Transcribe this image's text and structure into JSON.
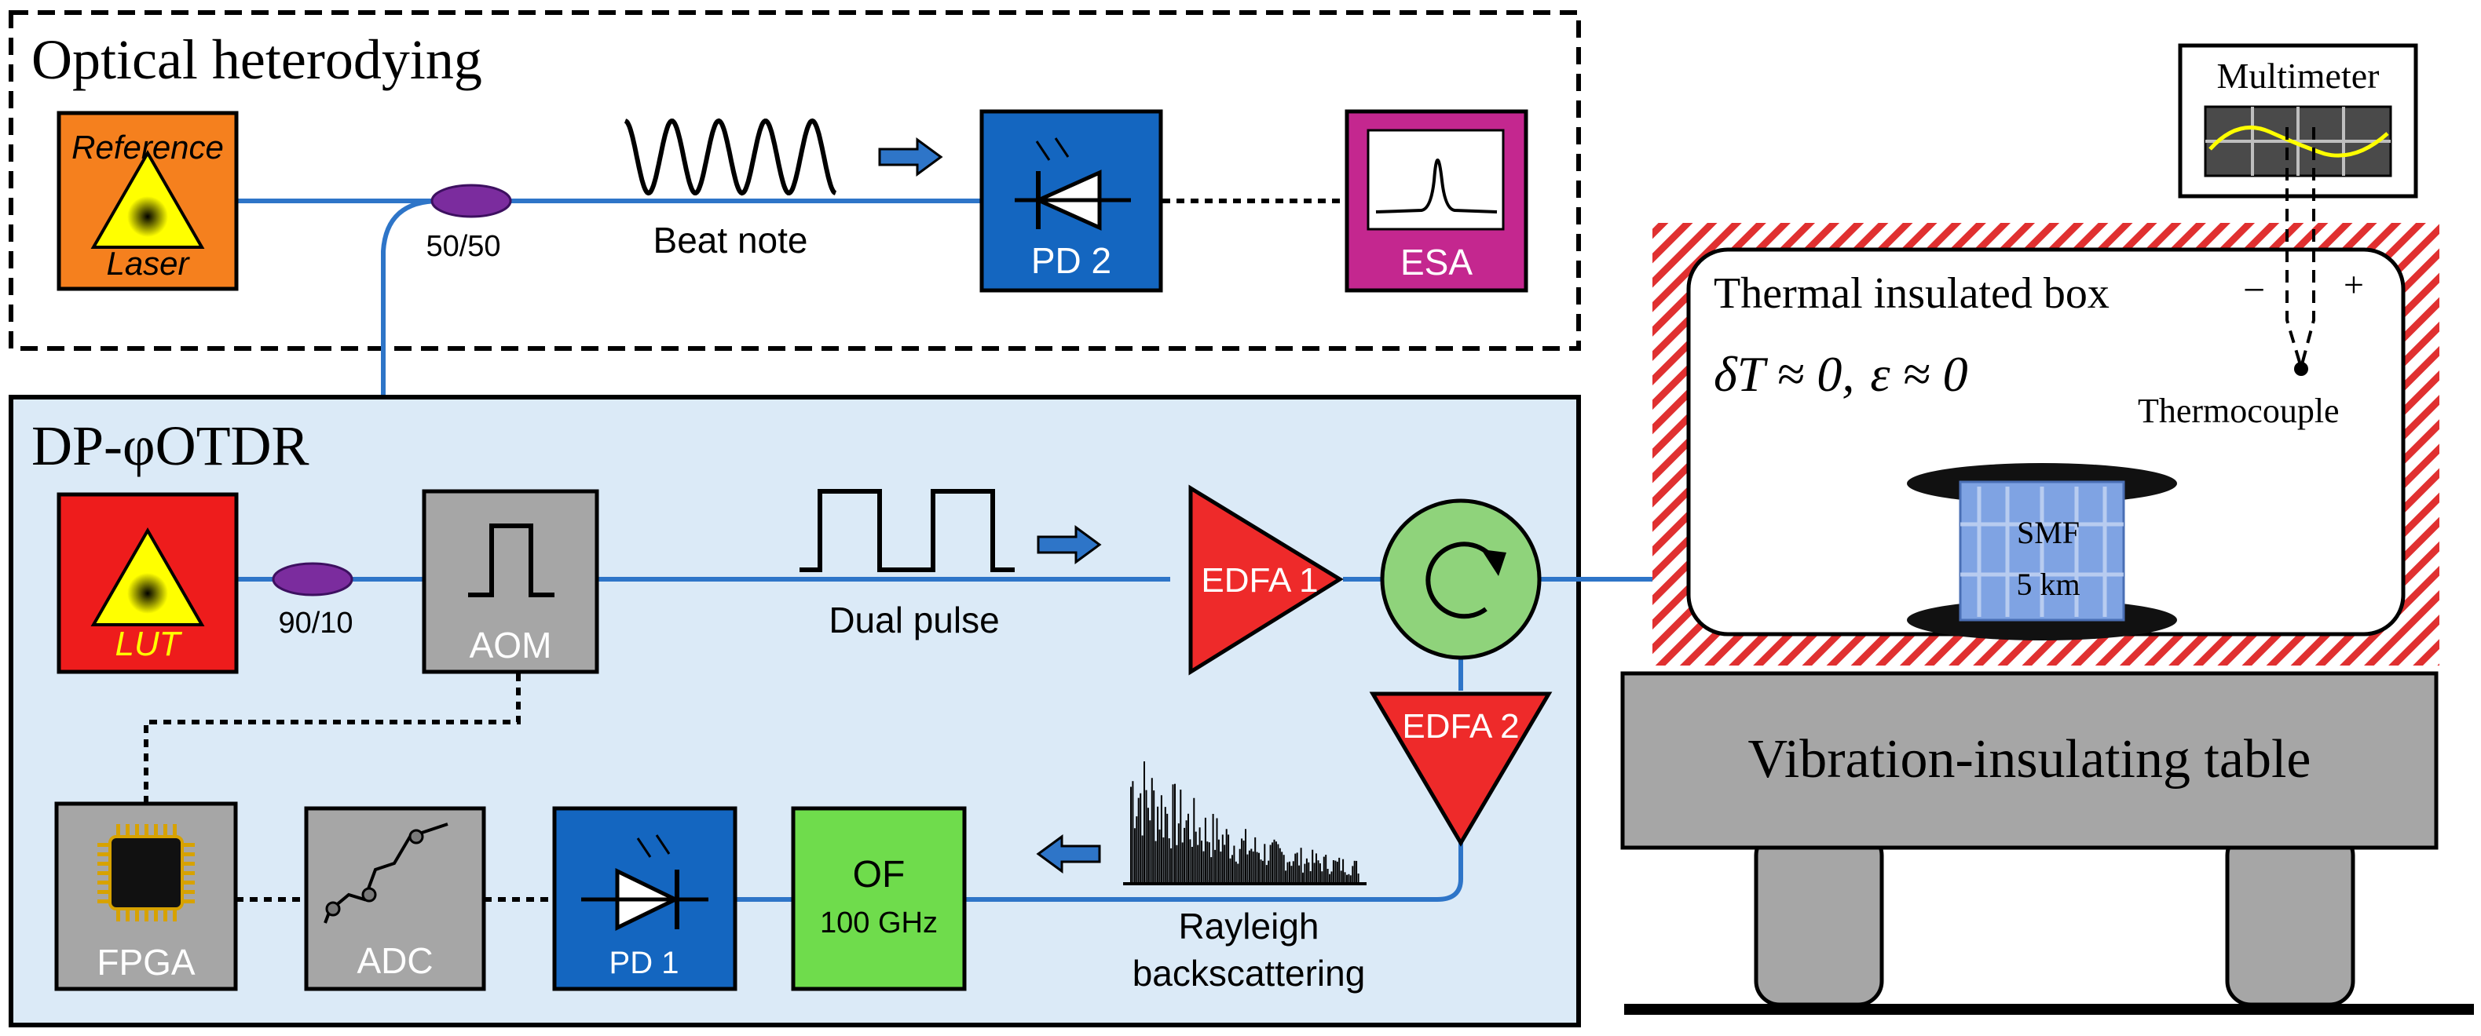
{
  "sections": {
    "heterodyne_title": "Optical heterodying",
    "otdr_title": "DP-φOTDR"
  },
  "components": {
    "reference_laser_top": "Reference",
    "reference_laser_bottom": "Laser",
    "coupler_top": "50/50",
    "beat_note": "Beat note",
    "pd2": "PD 2",
    "esa": "ESA",
    "lut": "LUT",
    "coupler_bottom": "90/10",
    "aom": "AOM",
    "dual_pulse": "Dual pulse",
    "edfa1": "EDFA 1",
    "edfa2": "EDFA 2",
    "fpga": "FPGA",
    "adc": "ADC",
    "pd1": "PD 1",
    "of_line1": "OF",
    "of_line2": "100 GHz",
    "rayleigh_line1": "Rayleigh",
    "rayleigh_line2": "backscattering"
  },
  "environment": {
    "multimeter": "Multimeter",
    "box_title": "Thermal insulated box",
    "minus": "−",
    "plus": "+",
    "condition_delta": "δ",
    "condition_t": "T ≈ 0,",
    "condition_eps": "ε ≈ 0",
    "thermocouple": "Thermocouple",
    "smf_line1": "SMF",
    "smf_line2": "5 km",
    "table": "Vibration-insulating table"
  },
  "colors": {
    "fiber": "#2e75c8",
    "laser_ref": "#f5801e",
    "laser_lut": "#ee1c1c",
    "pd": "#1466c0",
    "esa": "#c4278f",
    "gray_box": "#a6a6a6",
    "of_green": "#6fdc4c",
    "circulator": "#8fd37b",
    "edfa": "#ee2a2a",
    "otdr_bg": "#dbeaf7",
    "hatch_red": "#e03030",
    "table_gray": "#a6a6a6"
  }
}
